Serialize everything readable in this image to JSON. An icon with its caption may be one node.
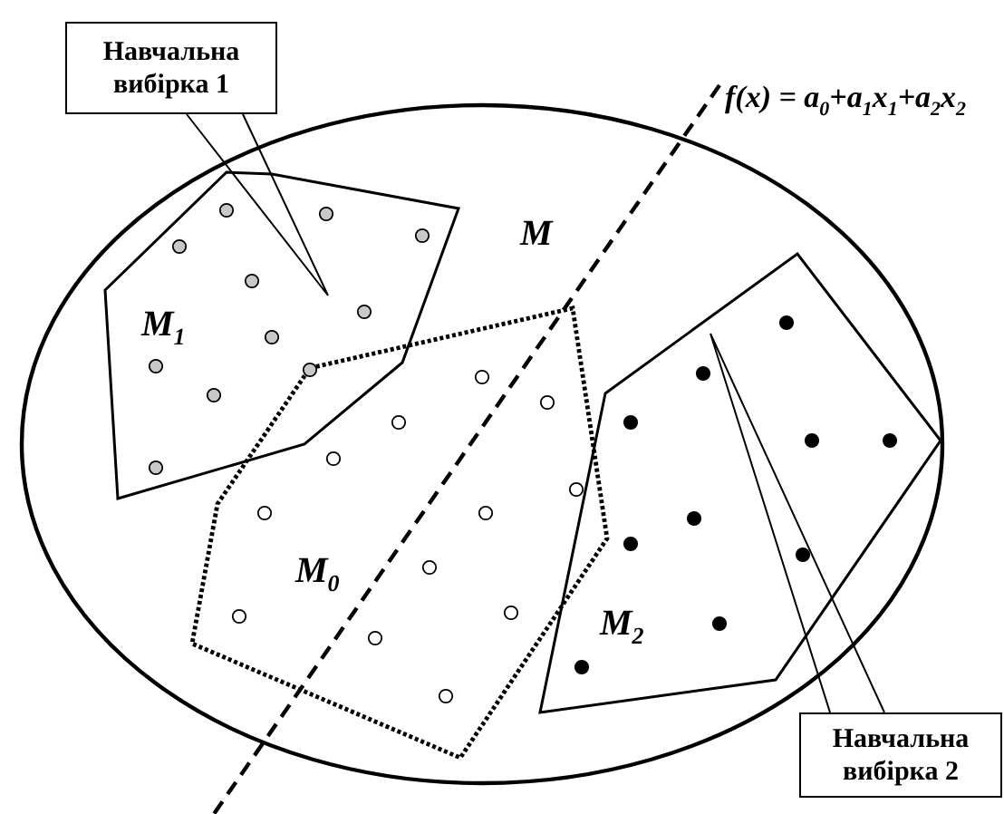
{
  "diagram": {
    "nodes": [
      {
        "text": [
          "Навчальна вибірка 1"
        ]
      },
      {
        "text": [
          "M"
        ]
      },
      {
        "text": [
          "M$_{1}$"
        ],
        "in": 1
      },
      {
        "text": [
          "M$_{0}$"
        ],
        "in": 1
      },
      {
        "text": [
          "M$_{2}$"
        ],
        "in": 1
      },
      {
        "text": [
          "Навчальна вибірка 2"
        ]
      }
    ],
    "edges": [
      {
        "from": 0,
        "to": 2,
        "arrow": "none"
      },
      {
        "from": 5,
        "to": 4,
        "arrow": "none"
      }
    ],
    "labels": [
      "f(x) = a$_{0}$+a$_{1}$x$_{1}$+a$_{2}$x$_{2}$"
    ]
  }
}
